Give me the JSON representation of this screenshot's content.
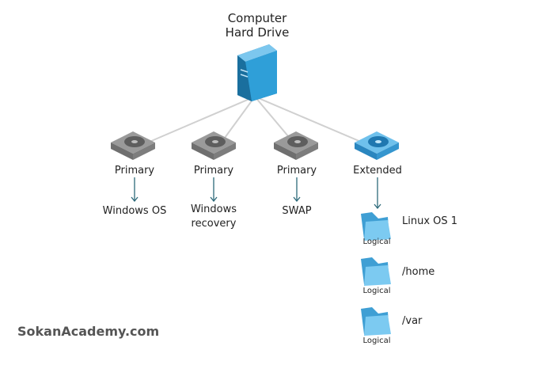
{
  "root": {
    "line1": "Computer",
    "line2": "Hard Drive"
  },
  "partitions": [
    {
      "type": "Primary",
      "content_line1": "Windows OS",
      "content_line2": ""
    },
    {
      "type": "Primary",
      "content_line1": "Windows",
      "content_line2": "recovery"
    },
    {
      "type": "Primary",
      "content_line1": "SWAP",
      "content_line2": ""
    },
    {
      "type": "Extended",
      "content_line1": "",
      "content_line2": ""
    }
  ],
  "logical": [
    {
      "label": "Logical",
      "name": "Linux OS 1"
    },
    {
      "label": "Logical",
      "name": "/home"
    },
    {
      "label": "Logical",
      "name": "/var"
    }
  ],
  "watermark": "SokanAcademy.com",
  "colors": {
    "line": "#d0d0d0",
    "disk_gray": "#8a8a8a",
    "disk_blue": "#3aa0d8",
    "server_blue": "#2f9fd8",
    "folder_blue": "#5db7e6",
    "arrow": "#2d6a7a"
  }
}
